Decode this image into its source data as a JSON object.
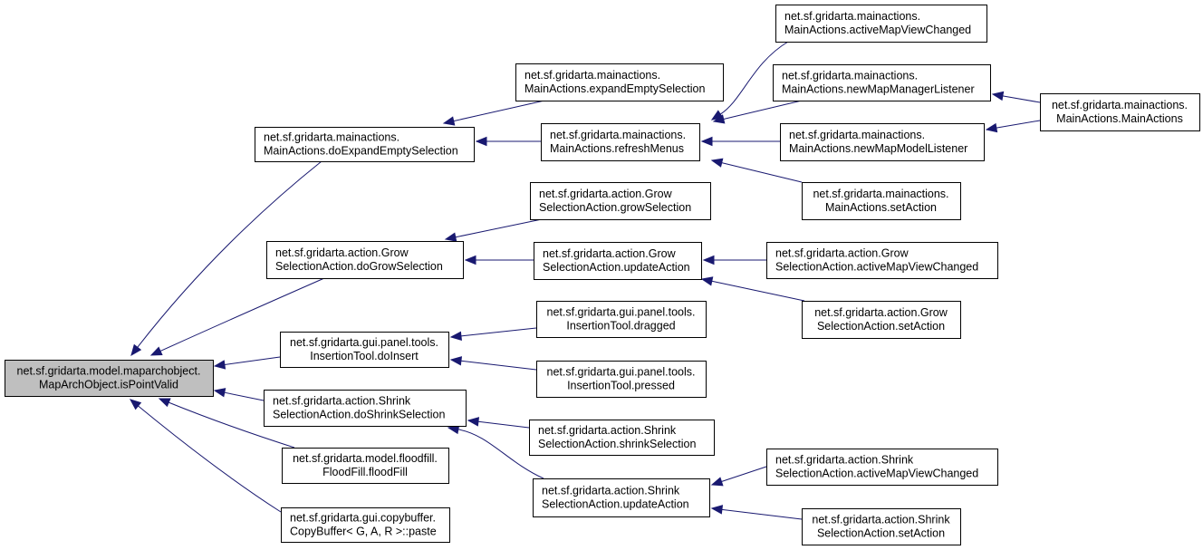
{
  "diagram": {
    "type": "call-graph",
    "edge_color": "#191970",
    "root_fill": "#bfbfbf",
    "node_fill": "#ffffff",
    "nodes": [
      {
        "id": "root",
        "lines": [
          "net.sf.gridarta.model.maparchobject.",
          "MapArchObject.isPointValid"
        ],
        "root": true,
        "align": "middle"
      },
      {
        "id": "doExpand",
        "lines": [
          "net.sf.gridarta.mainactions.",
          "MainActions.doExpandEmptySelection"
        ],
        "align": "start"
      },
      {
        "id": "doGrow",
        "lines": [
          "net.sf.gridarta.action.Grow",
          "SelectionAction.doGrowSelection"
        ],
        "align": "start"
      },
      {
        "id": "doInsert",
        "lines": [
          "net.sf.gridarta.gui.panel.tools.",
          "InsertionTool.doInsert"
        ],
        "align": "middle"
      },
      {
        "id": "doShrink",
        "lines": [
          "net.sf.gridarta.action.Shrink",
          "SelectionAction.doShrinkSelection"
        ],
        "align": "start"
      },
      {
        "id": "floodFill",
        "lines": [
          "net.sf.gridarta.model.floodfill.",
          "FloodFill.floodFill"
        ],
        "align": "middle"
      },
      {
        "id": "paste",
        "lines": [
          "net.sf.gridarta.gui.copybuffer.",
          "CopyBuffer< G, A, R >::paste"
        ],
        "align": "start"
      },
      {
        "id": "expandEmpty",
        "lines": [
          "net.sf.gridarta.mainactions.",
          "MainActions.expandEmptySelection"
        ],
        "align": "start"
      },
      {
        "id": "refreshMenus",
        "lines": [
          "net.sf.gridarta.mainactions.",
          "MainActions.refreshMenus"
        ],
        "align": "start"
      },
      {
        "id": "growSelection",
        "lines": [
          "net.sf.gridarta.action.Grow",
          "SelectionAction.growSelection"
        ],
        "align": "start"
      },
      {
        "id": "growUpdate",
        "lines": [
          "net.sf.gridarta.action.Grow",
          "SelectionAction.updateAction"
        ],
        "align": "start"
      },
      {
        "id": "dragged",
        "lines": [
          "net.sf.gridarta.gui.panel.tools.",
          "InsertionTool.dragged"
        ],
        "align": "middle"
      },
      {
        "id": "pressed",
        "lines": [
          "net.sf.gridarta.gui.panel.tools.",
          "InsertionTool.pressed"
        ],
        "align": "middle"
      },
      {
        "id": "shrinkSelection",
        "lines": [
          "net.sf.gridarta.action.Shrink",
          "SelectionAction.shrinkSelection"
        ],
        "align": "start"
      },
      {
        "id": "shrinkUpdate",
        "lines": [
          "net.sf.gridarta.action.Shrink",
          "SelectionAction.updateAction"
        ],
        "align": "start"
      },
      {
        "id": "maActiveMap",
        "lines": [
          "net.sf.gridarta.mainactions.",
          "MainActions.activeMapViewChanged"
        ],
        "align": "start"
      },
      {
        "id": "maNewMgr",
        "lines": [
          "net.sf.gridarta.mainactions.",
          "MainActions.newMapManagerListener"
        ],
        "align": "start"
      },
      {
        "id": "maNewModel",
        "lines": [
          "net.sf.gridarta.mainactions.",
          "MainActions.newMapModelListener"
        ],
        "align": "start"
      },
      {
        "id": "maSetAction",
        "lines": [
          "net.sf.gridarta.mainactions.",
          "MainActions.setAction"
        ],
        "align": "middle"
      },
      {
        "id": "growActiveMap",
        "lines": [
          "net.sf.gridarta.action.Grow",
          "SelectionAction.activeMapViewChanged"
        ],
        "align": "start"
      },
      {
        "id": "growSetAction",
        "lines": [
          "net.sf.gridarta.action.Grow",
          "SelectionAction.setAction"
        ],
        "align": "middle"
      },
      {
        "id": "shrinkActiveMap",
        "lines": [
          "net.sf.gridarta.action.Shrink",
          "SelectionAction.activeMapViewChanged"
        ],
        "align": "start"
      },
      {
        "id": "shrinkSetAction",
        "lines": [
          "net.sf.gridarta.action.Shrink",
          "SelectionAction.setAction"
        ],
        "align": "middle"
      },
      {
        "id": "mainActionsCtor",
        "lines": [
          "net.sf.gridarta.mainactions.",
          "MainActions.MainActions"
        ],
        "align": "middle"
      }
    ],
    "edges": [
      {
        "from": "doExpand",
        "to": "root"
      },
      {
        "from": "doGrow",
        "to": "root"
      },
      {
        "from": "doInsert",
        "to": "root"
      },
      {
        "from": "doShrink",
        "to": "root"
      },
      {
        "from": "floodFill",
        "to": "root"
      },
      {
        "from": "paste",
        "to": "root"
      },
      {
        "from": "expandEmpty",
        "to": "doExpand"
      },
      {
        "from": "refreshMenus",
        "to": "doExpand"
      },
      {
        "from": "growSelection",
        "to": "doGrow"
      },
      {
        "from": "growUpdate",
        "to": "doGrow"
      },
      {
        "from": "dragged",
        "to": "doInsert"
      },
      {
        "from": "pressed",
        "to": "doInsert"
      },
      {
        "from": "shrinkSelection",
        "to": "doShrink"
      },
      {
        "from": "shrinkUpdate",
        "to": "doShrink"
      },
      {
        "from": "maActiveMap",
        "to": "refreshMenus"
      },
      {
        "from": "maNewMgr",
        "to": "refreshMenus"
      },
      {
        "from": "maNewModel",
        "to": "refreshMenus"
      },
      {
        "from": "maSetAction",
        "to": "refreshMenus"
      },
      {
        "from": "growActiveMap",
        "to": "growUpdate"
      },
      {
        "from": "growSetAction",
        "to": "growUpdate"
      },
      {
        "from": "shrinkActiveMap",
        "to": "shrinkUpdate"
      },
      {
        "from": "shrinkSetAction",
        "to": "shrinkUpdate"
      },
      {
        "from": "mainActionsCtor",
        "to": "maNewMgr"
      },
      {
        "from": "mainActionsCtor",
        "to": "maNewModel"
      }
    ]
  }
}
